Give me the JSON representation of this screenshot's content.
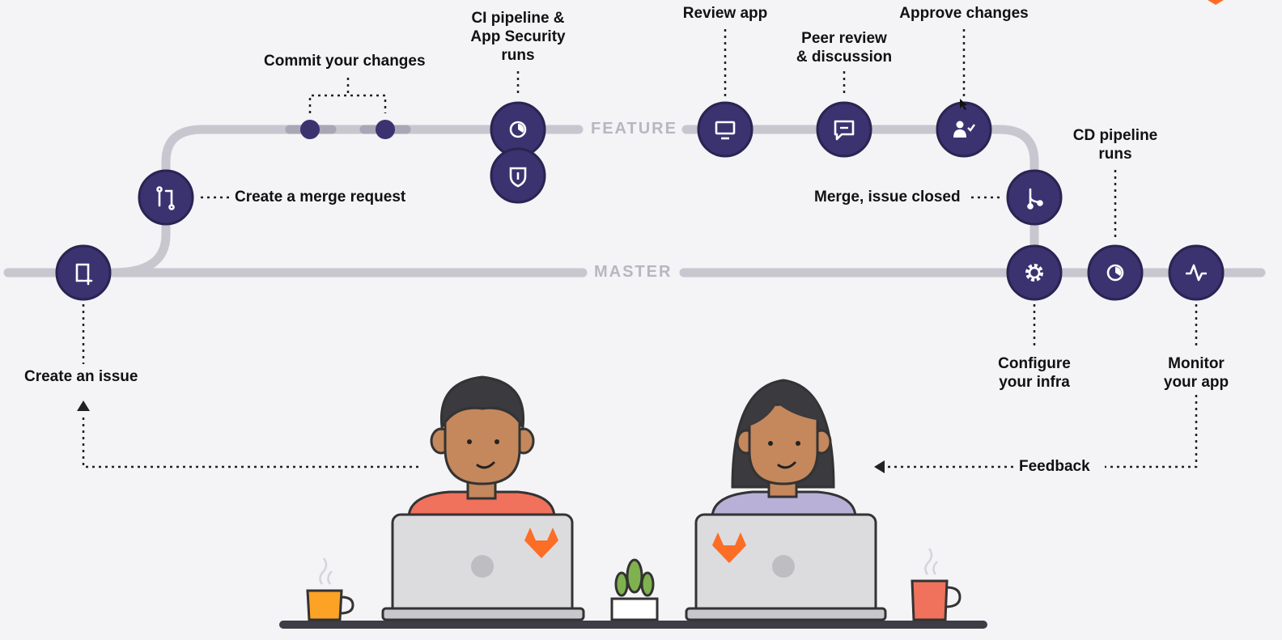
{
  "branches": {
    "feature": "FEATURE",
    "master": "MASTER"
  },
  "steps": {
    "create_issue": "Create an issue",
    "merge_request": "Create a merge request",
    "commit": "Commit your changes",
    "ci_pipeline": [
      "CI pipeline &",
      "App Security",
      "runs"
    ],
    "review_app": "Review app",
    "peer_review": [
      "Peer review",
      "& discussion"
    ],
    "approve": "Approve changes",
    "merge_closed": "Merge, issue closed",
    "cd_pipeline": [
      "CD pipeline",
      "runs"
    ],
    "configure_infra": [
      "Configure",
      "your infra"
    ],
    "monitor_app": [
      "Monitor",
      "your app"
    ],
    "feedback": "Feedback"
  },
  "colors": {
    "node": "#3b3270",
    "node_ring": "#2a2452",
    "track": "#c8c6cf",
    "background": "#f4f3f6",
    "gitlab_orange": "#fc6d26",
    "shirt_left": "#f0715c",
    "shirt_right": "#b9b0d8"
  },
  "icons": {
    "create_issue": "new-issue-icon",
    "merge_request": "merge-request-icon",
    "ci_pipeline": "pipeline-icon",
    "security": "shield-icon",
    "review_app": "monitor-icon",
    "peer_review": "comment-icon",
    "approve": "approval-icon",
    "merge_closed": "merge-icon",
    "configure_infra": "gear-icon",
    "cd_pipeline": "pipeline-icon",
    "monitor_app": "activity-icon"
  }
}
